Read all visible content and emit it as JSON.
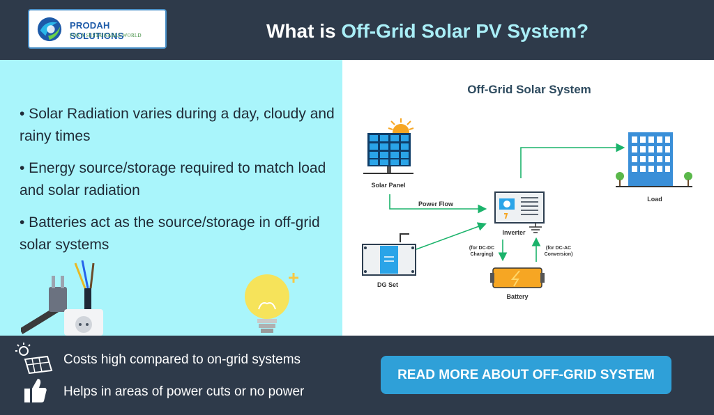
{
  "header": {
    "logo_name": "PRODAH SOLUTIONS",
    "logo_tagline": "FOR A SUSTAINABLE WORLD",
    "title_prefix": "What is ",
    "title_highlight": "Off-Grid Solar PV System?"
  },
  "bullets": [
    "• Solar Radiation varies during a day, cloudy and rainy times",
    "• Energy source/storage required to match load and solar radiation",
    "• Batteries act as the source/storage in off-grid solar systems"
  ],
  "diagram": {
    "title": "Off-Grid Solar System",
    "solar_panel": "Solar Panel",
    "power_flow": "Power Flow",
    "inverter": "Inverter",
    "load": "Load",
    "dg_set": "DG Set",
    "battery": "Battery",
    "dc_dc_1": "(for DC-DC",
    "dc_dc_2": "Charging)",
    "dc_ac_1": "(for DC-AC",
    "dc_ac_2": "Conversion)"
  },
  "footer": {
    "point_1": "Costs high compared to on-grid systems",
    "point_2": "Helps in areas of power cuts or no power",
    "cta_label": "READ MORE ABOUT OFF-GRID SYSTEM"
  },
  "colors": {
    "dark": "#2e3a4a",
    "accent_cyan": "#a9f5fb",
    "cta_blue": "#2fa0d8",
    "flow_green": "#1bb36b"
  }
}
